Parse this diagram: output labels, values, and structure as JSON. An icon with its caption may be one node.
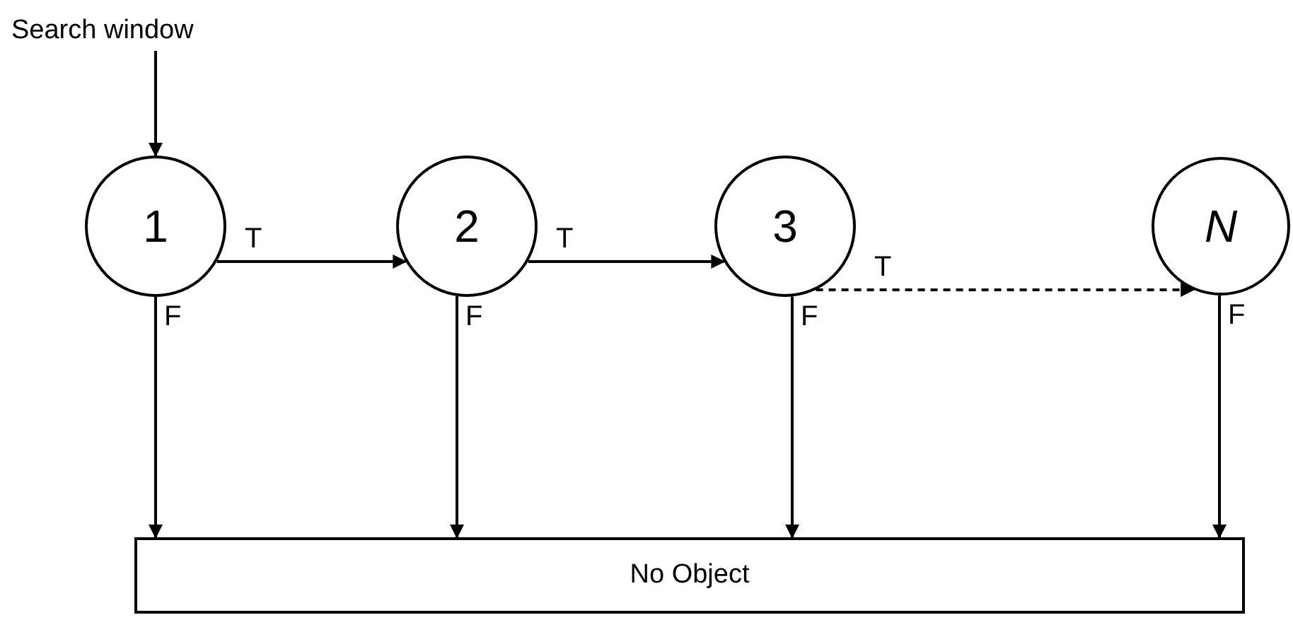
{
  "diagram": {
    "nodes": [
      {
        "text": [
          "Search window"
        ]
      },
      {
        "text": [
          "1"
        ]
      },
      {
        "text": [
          "2"
        ]
      },
      {
        "text": [
          "3"
        ]
      },
      {
        "text": [
          "N"
        ]
      },
      {
        "text": [
          "No Object"
        ]
      }
    ],
    "edges": [
      {
        "from": 0,
        "to": 1,
        "arrow": "to"
      },
      {
        "from": 1,
        "to": 2,
        "arrow": "to",
        "label": "T"
      },
      {
        "from": 2,
        "to": 3,
        "arrow": "to",
        "label": "T"
      },
      {
        "from": 3,
        "to": 4,
        "arrow": "to",
        "label": "T",
        "style": "dashed"
      },
      {
        "from": 1,
        "to": 5,
        "arrow": "to",
        "label": "F"
      },
      {
        "from": 2,
        "to": 5,
        "arrow": "to",
        "label": "F"
      },
      {
        "from": 3,
        "to": 5,
        "arrow": "to",
        "label": "F"
      },
      {
        "from": 4,
        "to": 5,
        "arrow": "to",
        "label": "F"
      }
    ]
  }
}
